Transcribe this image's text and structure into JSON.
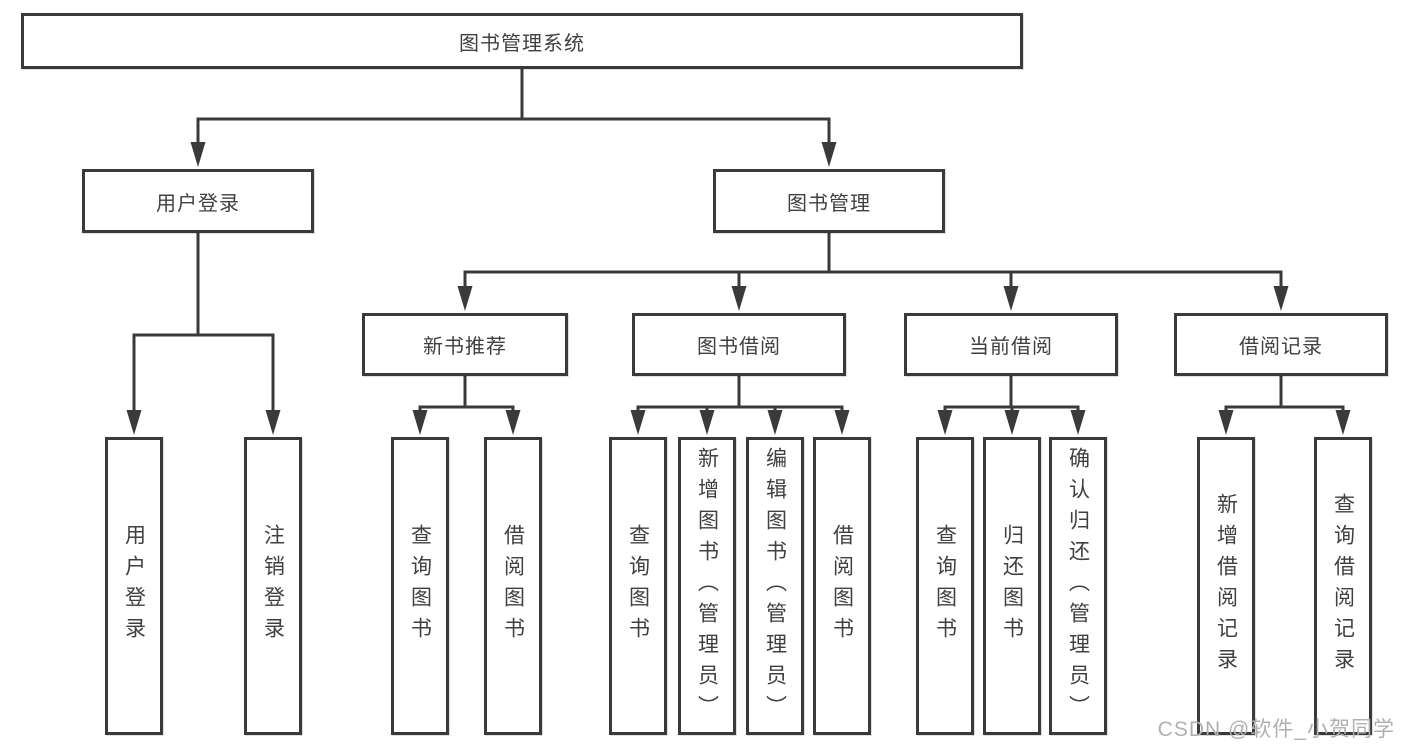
{
  "tree": {
    "root": {
      "label": "图书管理系统",
      "children": [
        {
          "label": "用户登录",
          "children": [
            {
              "label": "用户登录"
            },
            {
              "label": "注销登录"
            }
          ]
        },
        {
          "label": "图书管理",
          "children": [
            {
              "label": "新书推荐",
              "children": [
                {
                  "label": "查询图书"
                },
                {
                  "label": "借阅图书"
                }
              ]
            },
            {
              "label": "图书借阅",
              "children": [
                {
                  "label": "查询图书"
                },
                {
                  "label": "新增图书（管理员）"
                },
                {
                  "label": "编辑图书（管理员）"
                },
                {
                  "label": "借阅图书"
                }
              ]
            },
            {
              "label": "当前借阅",
              "children": [
                {
                  "label": "查询图书"
                },
                {
                  "label": "归还图书"
                },
                {
                  "label": "确认归还（管理员）"
                }
              ]
            },
            {
              "label": "借阅记录",
              "children": [
                {
                  "label": "新增借阅记录"
                },
                {
                  "label": "查询借阅记录"
                }
              ]
            }
          ]
        }
      ]
    }
  },
  "watermark": {
    "text": "CSDN @软件_小贺同学"
  },
  "colors": {
    "line": "#3a3a3a",
    "text": "#404040",
    "background": "#ffffff",
    "watermark": "#b0b0b0"
  }
}
